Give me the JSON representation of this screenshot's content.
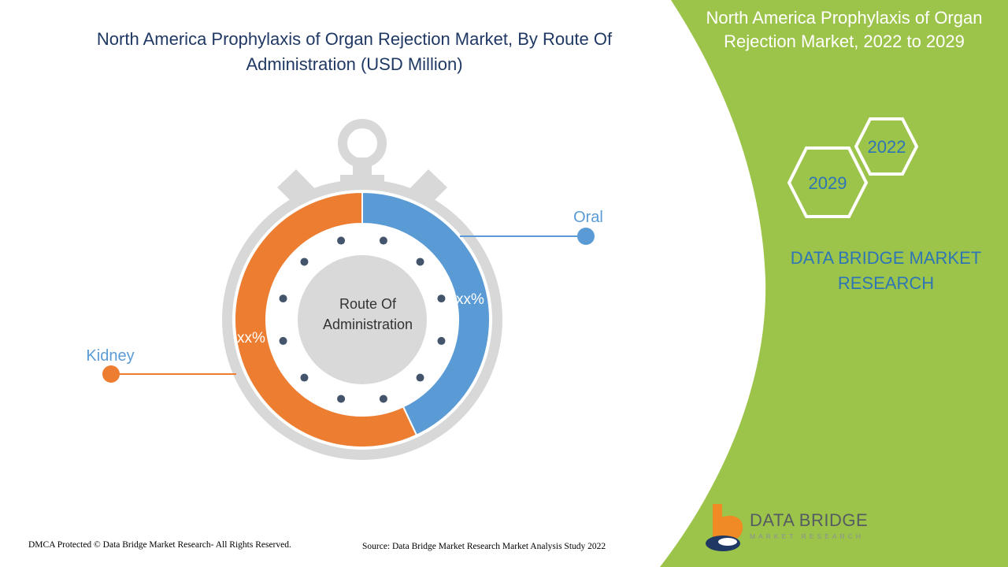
{
  "header": {
    "title": "North America Prophylaxis of Organ Rejection Market, By Route Of Administration (USD Million)"
  },
  "side_panel": {
    "title": "North America Prophylaxis of Organ Rejection Market, 2022 to 2029",
    "year_start": "2022",
    "year_end": "2029",
    "brand": "DATA BRIDGE MARKET RESEARCH",
    "color": "#9dc44a"
  },
  "chart_data": {
    "type": "pie",
    "style": "donut",
    "center_label": "Route Of Administration",
    "categories": [
      "Oral",
      "Kidney"
    ],
    "series": [
      {
        "name": "Oral",
        "value_label": "xx%",
        "share": 0.43,
        "color": "#5b9bd5"
      },
      {
        "name": "Kidney",
        "value_label": "xx%",
        "share": 0.57,
        "color": "#ed7d31"
      }
    ]
  },
  "footer": {
    "copyright": "DMCA Protected © Data Bridge Market Research- All Rights Reserved.",
    "source": "Source: Data Bridge Market Research Market Analysis Study 2022"
  },
  "logo": {
    "name": "DATA BRIDGE",
    "tagline": "MARKET RESEARCH"
  }
}
